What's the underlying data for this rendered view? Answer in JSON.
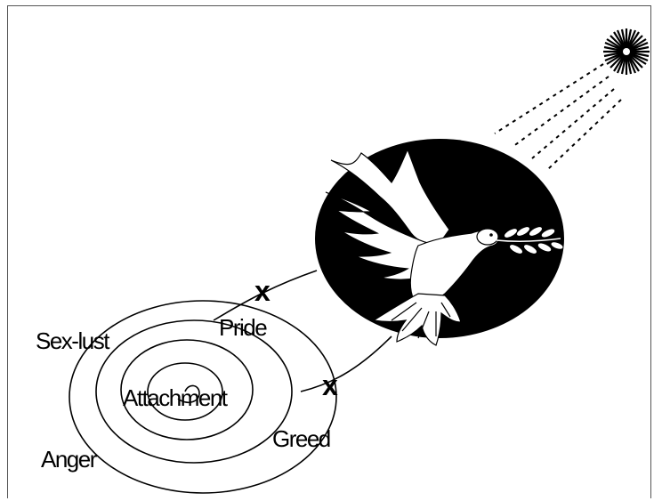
{
  "labels": {
    "sex_lust": "Sex-lust",
    "pride": "Pride",
    "attachment": "Attachment",
    "greed": "Greed",
    "anger": "Anger"
  },
  "marks": {
    "x1": "x",
    "x2": "x"
  },
  "colors": {
    "ink": "#000000",
    "background": "#ffffff"
  }
}
